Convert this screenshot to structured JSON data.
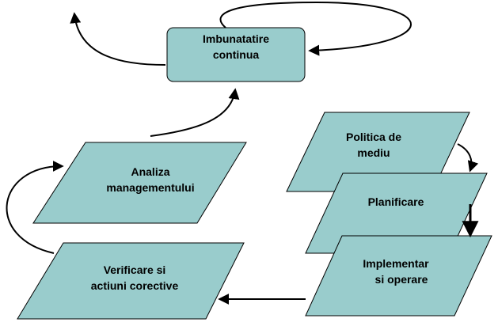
{
  "colors": {
    "fill": "#99cccc",
    "stroke": "#000000",
    "background": "#ffffff"
  },
  "nodes": {
    "improvement": {
      "line1": "Imbunatatire",
      "line2": "continua"
    },
    "policy": {
      "line1": "Politica de",
      "line2": "mediu"
    },
    "planning": {
      "line1": "Planificare"
    },
    "implementation": {
      "line1": "Implementar",
      "line2": "si operare"
    },
    "check": {
      "line1": "Verificare si",
      "line2": "actiuni corective"
    },
    "review": {
      "line1": "Analiza",
      "line2": "managementului"
    }
  }
}
